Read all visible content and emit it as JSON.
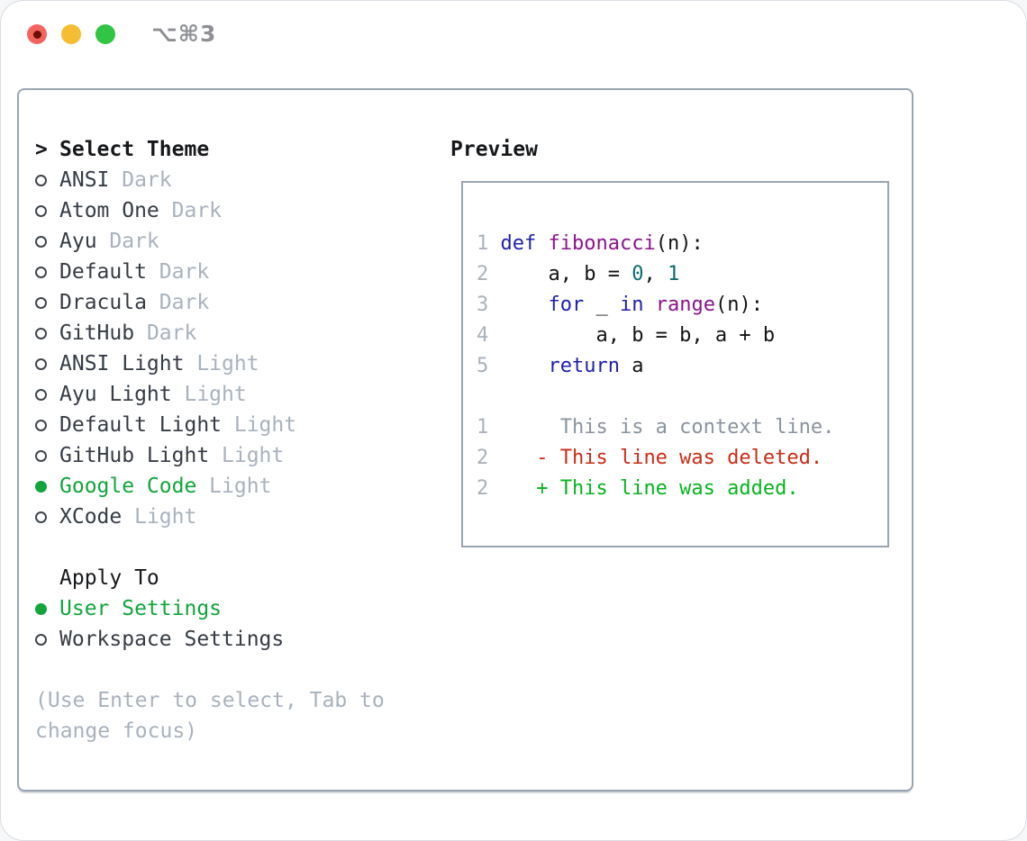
{
  "window": {
    "title": "⌥⌘3"
  },
  "theme_selector": {
    "cursor": ">",
    "heading": "Select Theme",
    "themes": [
      {
        "name": "ANSI",
        "variant": "Dark",
        "selected": false
      },
      {
        "name": "Atom One",
        "variant": "Dark",
        "selected": false
      },
      {
        "name": "Ayu",
        "variant": "Dark",
        "selected": false
      },
      {
        "name": "Default",
        "variant": "Dark",
        "selected": false
      },
      {
        "name": "Dracula",
        "variant": "Dark",
        "selected": false
      },
      {
        "name": "GitHub",
        "variant": "Dark",
        "selected": false
      },
      {
        "name": "ANSI Light",
        "variant": "Light",
        "selected": false
      },
      {
        "name": "Ayu Light",
        "variant": "Light",
        "selected": false
      },
      {
        "name": "Default Light",
        "variant": "Light",
        "selected": false
      },
      {
        "name": "GitHub Light",
        "variant": "Light",
        "selected": false
      },
      {
        "name": "Google Code",
        "variant": "Light",
        "selected": true
      },
      {
        "name": "XCode",
        "variant": "Light",
        "selected": false
      }
    ]
  },
  "apply_to": {
    "heading": "Apply To",
    "options": [
      {
        "label": "User Settings",
        "selected": true
      },
      {
        "label": "Workspace Settings",
        "selected": false
      }
    ]
  },
  "help_text": "(Use Enter to select, Tab to change focus)",
  "preview": {
    "heading": "Preview",
    "code_lines": [
      {
        "number": "1",
        "tokens": [
          {
            "text": "def",
            "color": "keyword"
          },
          {
            "text": " ",
            "color": "plain"
          },
          {
            "text": "fibonacci",
            "color": "function"
          },
          {
            "text": "(n):",
            "color": "plain"
          }
        ]
      },
      {
        "number": "2",
        "tokens": [
          {
            "text": "    a, b = ",
            "color": "plain"
          },
          {
            "text": "0",
            "color": "number"
          },
          {
            "text": ", ",
            "color": "plain"
          },
          {
            "text": "1",
            "color": "number"
          }
        ]
      },
      {
        "number": "3",
        "tokens": [
          {
            "text": "    ",
            "color": "plain"
          },
          {
            "text": "for",
            "color": "keyword"
          },
          {
            "text": " _ ",
            "color": "plain"
          },
          {
            "text": "in",
            "color": "keyword"
          },
          {
            "text": " ",
            "color": "plain"
          },
          {
            "text": "range",
            "color": "function"
          },
          {
            "text": "(n):",
            "color": "plain"
          }
        ]
      },
      {
        "number": "4",
        "tokens": [
          {
            "text": "        a, b = b, a + b",
            "color": "plain"
          }
        ]
      },
      {
        "number": "5",
        "tokens": [
          {
            "text": "    ",
            "color": "plain"
          },
          {
            "text": "return",
            "color": "keyword"
          },
          {
            "text": " a",
            "color": "plain"
          }
        ]
      }
    ],
    "diff_lines": [
      {
        "number": "1",
        "tokens": [
          {
            "text": "     This is a context line.",
            "color": "context"
          }
        ]
      },
      {
        "number": "2",
        "tokens": [
          {
            "text": "   - This line was deleted.",
            "color": "deleted"
          }
        ]
      },
      {
        "number": "2",
        "tokens": [
          {
            "text": "   + This line was added.",
            "color": "added"
          }
        ]
      }
    ]
  },
  "colors": {
    "accent_green": "#11a53c",
    "keyword": "#1f1fad",
    "function": "#8c128c",
    "number_literal": "#0c6d6d",
    "plain": "#141414",
    "line_number": "#a9b2bd",
    "context": "#8b939e",
    "deleted": "#cb2c16",
    "added": "#07b41f",
    "muted": "#a9b2bd",
    "name": "#363c44",
    "panel_border": "#9aa5b1",
    "traffic_red": "#f4645f",
    "traffic_yellow": "#f6bc33",
    "traffic_green": "#32c543"
  }
}
